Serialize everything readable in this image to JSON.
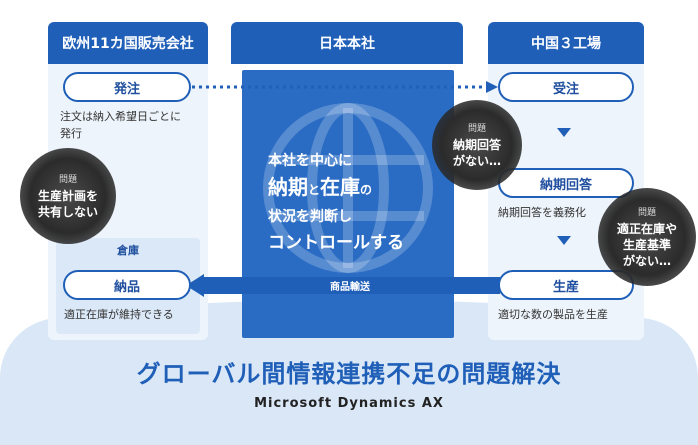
{
  "columns": {
    "left": {
      "title": "欧州11カ国販売会社"
    },
    "center": {
      "title": "日本本社"
    },
    "right": {
      "title": "中国３工場"
    }
  },
  "left_panel": {
    "order_label": "発注",
    "order_desc": "注文は納入希望日ごとに\n発行",
    "warehouse_label": "倉庫",
    "delivery_label": "納品",
    "delivery_desc": "適正在庫が維持できる",
    "problem": {
      "tag": "問題",
      "text": "生産計画を\n共有しない"
    }
  },
  "center_panel": {
    "line1": "本社を中心に",
    "line2_a": "納期",
    "line2_b": "と",
    "line2_c": "在庫",
    "line2_d": "の",
    "line3": "状況を判断し",
    "line4": "コントロールする",
    "transport_label": "商品輸送"
  },
  "right_panel": {
    "receive_label": "受注",
    "answer_label": "納期回答",
    "answer_desc": "納期回答を義務化",
    "produce_label": "生産",
    "produce_desc": "適切な数の製品を生産",
    "problem1": {
      "tag": "問題",
      "text": "納期回答\nがない…"
    },
    "problem2": {
      "tag": "問題",
      "text": "適正在庫や\n生産基準\nがない…"
    }
  },
  "footer": {
    "headline": "グローバル間情報連携不足の問題解決",
    "product": "Microsoft Dynamics AX"
  },
  "colors": {
    "header_blue": "#1f5fb8",
    "center_blue": "#2a6cc4",
    "panel_light": "#eaf2fb",
    "footer_cloud": "#d9e7f7",
    "bubble_dark": "#2b2b2b"
  }
}
